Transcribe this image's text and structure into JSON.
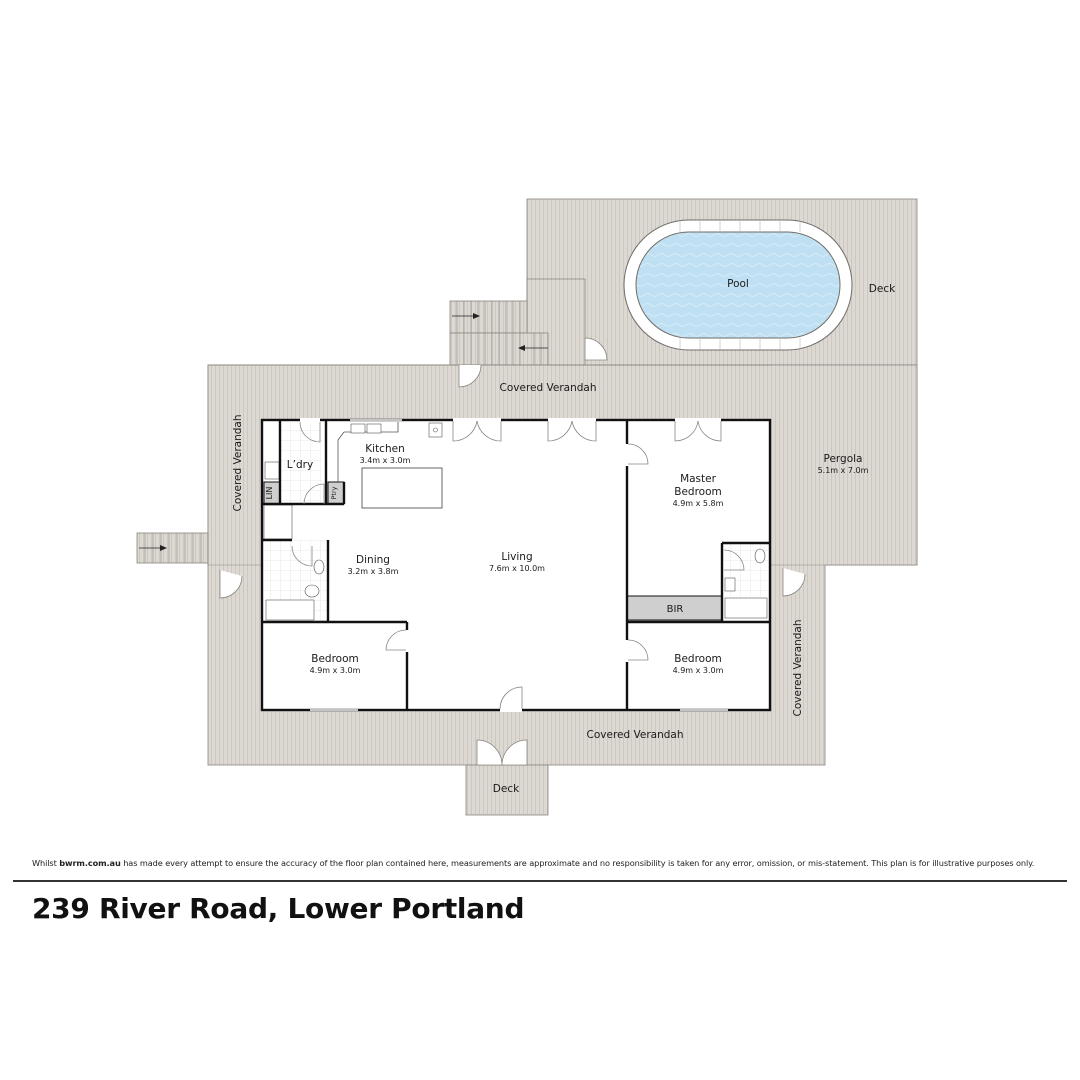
{
  "plan": {
    "colors": {
      "deck_fill": "#dcd8d2",
      "deck_stripe": "#c9c4bd",
      "wall": "#111111",
      "room_fill": "#ffffff",
      "pool_water": "#bfe0f2",
      "pool_coping": "#ffffff",
      "bir_fill": "#cfcfcf",
      "outline": "#8a8680"
    },
    "rooms": {
      "kitchen": {
        "name": "Kitchen",
        "size": "3.4m x 3.0m"
      },
      "laundry": {
        "name": "L’dry"
      },
      "linen": {
        "name": "LIN"
      },
      "pantry": {
        "name": "Ptry"
      },
      "dining": {
        "name": "Dining",
        "size": "3.2m x 3.8m"
      },
      "living": {
        "name": "Living",
        "size": "7.6m x 10.0m"
      },
      "master": {
        "name_line1": "Master",
        "name_line2": "Bedroom",
        "size": "4.9m x 5.8m"
      },
      "bir": {
        "name": "BIR"
      },
      "bedroom_left": {
        "name": "Bedroom",
        "size": "4.9m x 3.0m"
      },
      "bedroom_right": {
        "name": "Bedroom",
        "size": "4.9m x 3.0m"
      }
    },
    "outdoor": {
      "pool": {
        "name": "Pool"
      },
      "deck_top": {
        "name": "Deck"
      },
      "deck_bottom": {
        "name": "Deck"
      },
      "pergola": {
        "name": "Pergola",
        "size": "5.1m x 7.0m"
      },
      "verandah_top": {
        "name": "Covered Verandah"
      },
      "verandah_left": {
        "name": "Covered Verandah"
      },
      "verandah_right": {
        "name": "Covered Verandah"
      },
      "verandah_bottom": {
        "name": "Covered Verandah"
      }
    }
  },
  "footer": {
    "disclaimer_pre": "Whilst ",
    "disclaimer_brand": "bwrm.com.au",
    "disclaimer_post": " has made every attempt to ensure the accuracy of the floor plan contained here, measurements are approximate and no responsibility is taken for any error, omission, or mis-statement. This plan is for illustrative purposes only.",
    "address": "239 River Road, Lower Portland"
  }
}
